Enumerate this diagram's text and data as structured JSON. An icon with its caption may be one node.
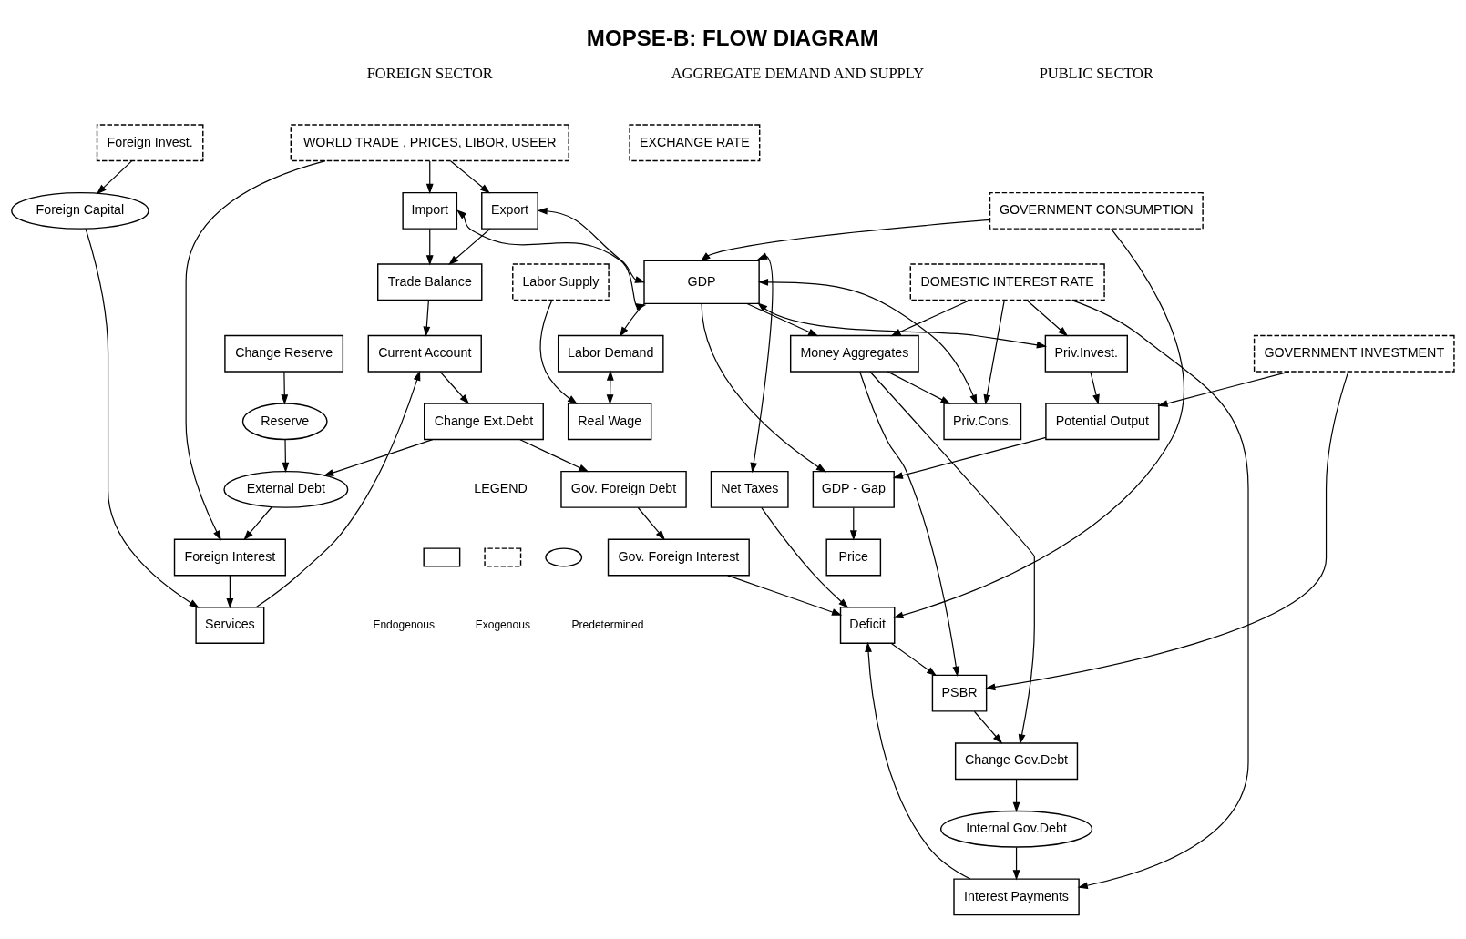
{
  "diagram": {
    "title": "MOPSE-B: FLOW DIAGRAM",
    "nodes": [
      {
        "text": [
          "WORLD TRADE , PRICES, LIBOR, USEER"
        ]
      },
      {
        "text": [
          "EXCHANGE RATE"
        ]
      },
      {
        "text": [
          "DOMESTIC INTEREST RATE"
        ]
      },
      {
        "text": [
          "GOVERNMENT INVESTMENT"
        ]
      },
      {
        "text": [
          "GOVERNMENT CONSUMPTION"
        ]
      },
      {
        "text": [
          "Money Aggregates"
        ]
      },
      {
        "text": [
          "Export"
        ]
      },
      {
        "text": [
          "GDP"
        ]
      },
      {
        "text": [
          "Trade Balance"
        ]
      },
      {
        "text": [
          "Import"
        ]
      },
      {
        "text": [
          "PSBR"
        ]
      },
      {
        "text": [
          "Priv.Cons."
        ]
      },
      {
        "text": [
          "Interest Payments"
        ]
      },
      {
        "text": [
          "Current Account"
        ]
      },
      {
        "text": [
          "Services"
        ]
      },
      {
        "text": [
          "GDP - Gap"
        ]
      },
      {
        "text": [
          "Net Taxes"
        ]
      },
      {
        "text": [
          "Deficit"
        ]
      },
      {
        "text": [
          "Priv.Invest."
        ]
      },
      {
        "text": [
          "Foreign Capital"
        ]
      },
      {
        "text": [
          "Price"
        ]
      },
      {
        "text": [
          "Gov. Foreign Interest"
        ]
      },
      {
        "text": [
          "Foreign Interest"
        ]
      },
      {
        "text": [
          "Foreign Invest."
        ]
      },
      {
        "text": [
          "Labor Demand"
        ]
      },
      {
        "text": [
          "Potential Output"
        ]
      },
      {
        "text": [
          "External Debt"
        ]
      },
      {
        "text": [
          "Change Ext.Debt"
        ]
      },
      {
        "text": [
          "Change Reserve"
        ]
      },
      {
        "text": [
          "Real Wage"
        ]
      },
      {
        "text": [
          "Labor Supply"
        ]
      },
      {
        "text": [
          "Change Gov.Debt"
        ]
      },
      {
        "text": [
          "Gov. Foreign Debt"
        ]
      },
      {
        "text": [
          "Internal Gov.Debt"
        ]
      },
      {
        "text": [
          "Reserve"
        ]
      }
    ],
    "edges": [
      {
        "from": 0,
        "to": 22,
        "arrow": "to"
      },
      {
        "from": 0,
        "to": 9,
        "arrow": "to"
      },
      {
        "from": 0,
        "to": 6,
        "arrow": "to"
      },
      {
        "from": 6,
        "to": 8,
        "arrow": "to"
      },
      {
        "from": 9,
        "to": 8,
        "arrow": "to"
      },
      {
        "from": 6,
        "to": 7,
        "arrow": "both"
      },
      {
        "from": 9,
        "to": 7,
        "arrow": "both"
      },
      {
        "from": 8,
        "to": 13,
        "arrow": "to"
      },
      {
        "from": 14,
        "to": 13,
        "arrow": "to"
      },
      {
        "from": 22,
        "to": 14,
        "arrow": "to"
      },
      {
        "from": 19,
        "to": 14,
        "arrow": "to"
      },
      {
        "from": 23,
        "to": 19,
        "arrow": "to"
      },
      {
        "from": 13,
        "to": 27,
        "arrow": "to"
      },
      {
        "from": 26,
        "to": 22,
        "arrow": "to"
      },
      {
        "from": 27,
        "to": 26,
        "arrow": "to"
      },
      {
        "from": 28,
        "to": 34,
        "arrow": "to"
      },
      {
        "from": 34,
        "to": 26,
        "arrow": "to"
      },
      {
        "from": 27,
        "to": 32,
        "arrow": "to"
      },
      {
        "from": 2,
        "to": 5,
        "arrow": "to"
      },
      {
        "from": 7,
        "to": 5,
        "arrow": "to"
      },
      {
        "from": 5,
        "to": 11,
        "arrow": "to"
      },
      {
        "from": 2,
        "to": 11,
        "arrow": "to"
      },
      {
        "from": 2,
        "to": 18,
        "arrow": "to"
      },
      {
        "from": 2,
        "to": 12,
        "arrow": "to"
      },
      {
        "from": 5,
        "to": 10,
        "arrow": "to"
      },
      {
        "from": 5,
        "to": 31,
        "arrow": "to"
      },
      {
        "from": 4,
        "to": 7,
        "arrow": "to"
      },
      {
        "from": 4,
        "to": 17,
        "arrow": "to"
      },
      {
        "from": 7,
        "to": 11,
        "arrow": "both"
      },
      {
        "from": 7,
        "to": 18,
        "arrow": "both"
      },
      {
        "from": 7,
        "to": 16,
        "arrow": "both"
      },
      {
        "from": 3,
        "to": 10,
        "arrow": "to"
      },
      {
        "from": 3,
        "to": 25,
        "arrow": "to"
      },
      {
        "from": 18,
        "to": 25,
        "arrow": "to"
      },
      {
        "from": 25,
        "to": 15,
        "arrow": "to"
      },
      {
        "from": 7,
        "to": 15,
        "arrow": "to"
      },
      {
        "from": 15,
        "to": 20,
        "arrow": "to"
      },
      {
        "from": 7,
        "to": 24,
        "arrow": "to"
      },
      {
        "from": 24,
        "to": 29,
        "arrow": "both"
      },
      {
        "from": 30,
        "to": 29,
        "arrow": "to"
      },
      {
        "from": 17,
        "to": 10,
        "arrow": "to"
      },
      {
        "from": 16,
        "to": 17,
        "arrow": "to"
      },
      {
        "from": 12,
        "to": 17,
        "arrow": "to"
      },
      {
        "from": 21,
        "to": 17,
        "arrow": "to"
      },
      {
        "from": 32,
        "to": 21,
        "arrow": "to"
      },
      {
        "from": 10,
        "to": 31,
        "arrow": "to"
      },
      {
        "from": 31,
        "to": 33,
        "arrow": "to"
      },
      {
        "from": 33,
        "to": 12,
        "arrow": "to"
      }
    ],
    "labels": [
      "FOREIGN SECTOR",
      "AGGREGATE DEMAND AND SUPPLY",
      "PUBLIC SECTOR",
      "LEGEND"
    ],
    "legend": [
      {
        "text": "Endogenous"
      },
      {
        "text": "Exogenous"
      },
      {
        "text": "Predetermined"
      }
    ]
  }
}
